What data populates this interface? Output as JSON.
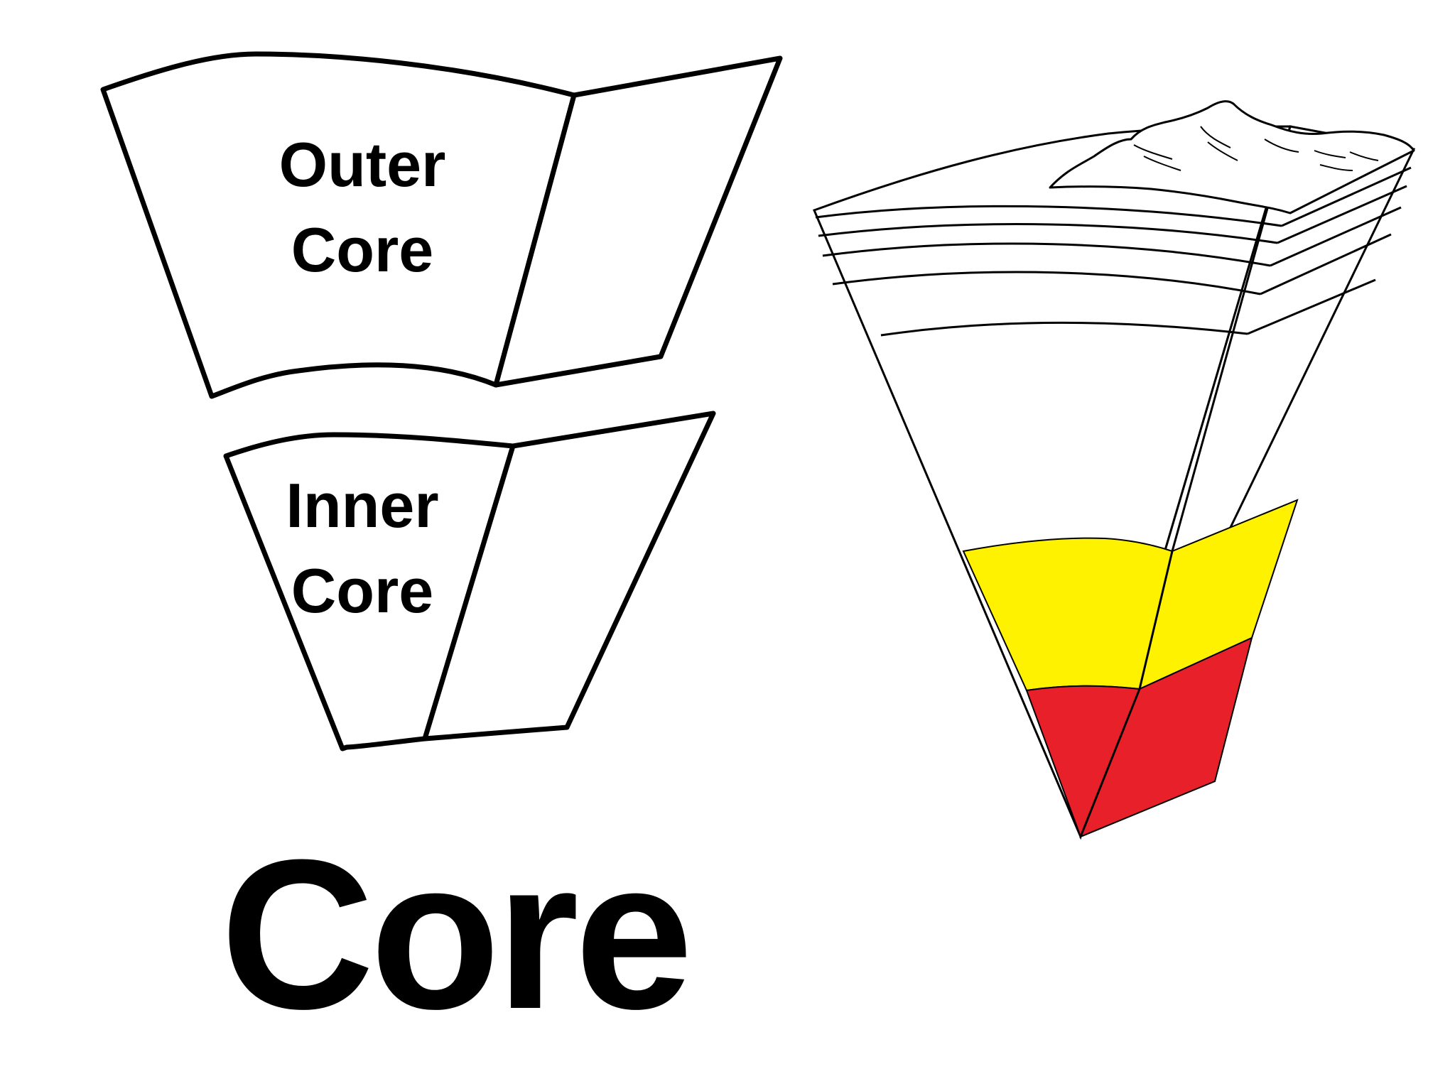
{
  "outer_core": {
    "line1": "Outer",
    "line2": "Core"
  },
  "inner_core": {
    "line1": "Inner",
    "line2": "Core"
  },
  "title": "Core",
  "colors": {
    "outer_core_fill": "#FFF200",
    "inner_core_fill": "#E8202A",
    "outline": "#000000",
    "background": "#FFFFFF"
  }
}
